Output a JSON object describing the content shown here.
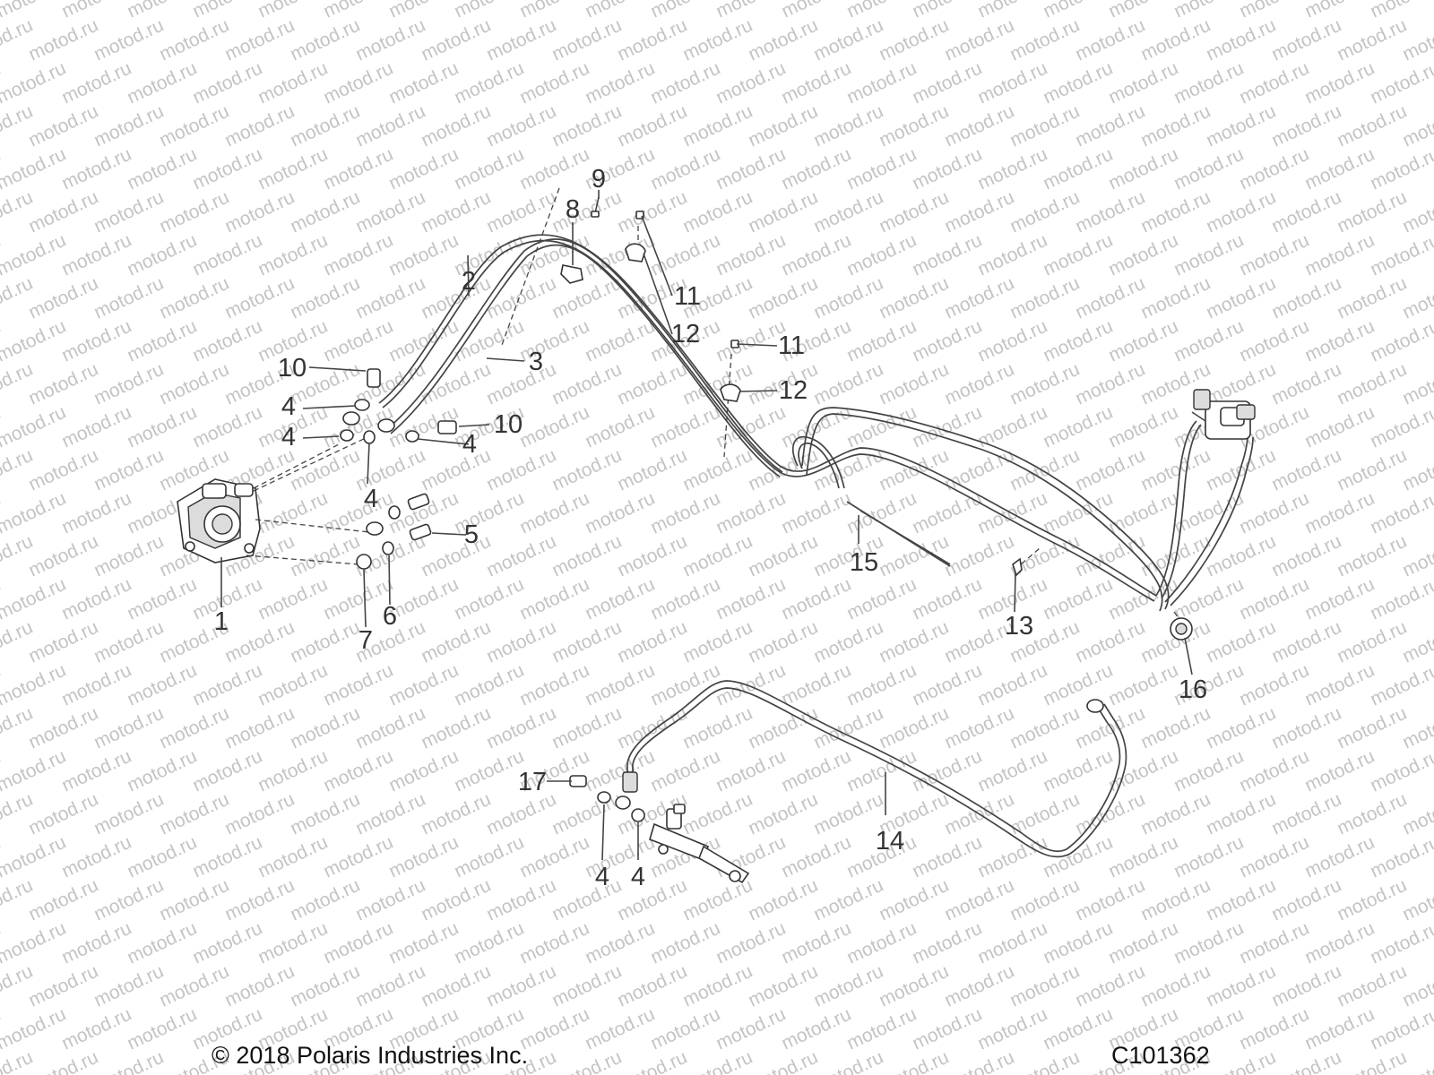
{
  "watermark": "motod.ru",
  "callouts": {
    "c1": "1",
    "c2": "2",
    "c3": "3",
    "c4a": "4",
    "c4b": "4",
    "c4c": "4",
    "c4d": "4",
    "c4e": "4",
    "c4f": "4",
    "c5": "5",
    "c6": "6",
    "c7": "7",
    "c8": "8",
    "c9": "9",
    "c10a": "10",
    "c10b": "10",
    "c11a": "11",
    "c11b": "11",
    "c12a": "12",
    "c12b": "12",
    "c13": "13",
    "c14": "14",
    "c15": "15",
    "c16": "16",
    "c17": "17"
  },
  "footer": {
    "copyright": "© 2018 Polaris Industries Inc.",
    "diagram_code": "C101362"
  },
  "colors": {
    "line": "#444444",
    "text": "#333333",
    "watermark": "#c4c4c4"
  }
}
